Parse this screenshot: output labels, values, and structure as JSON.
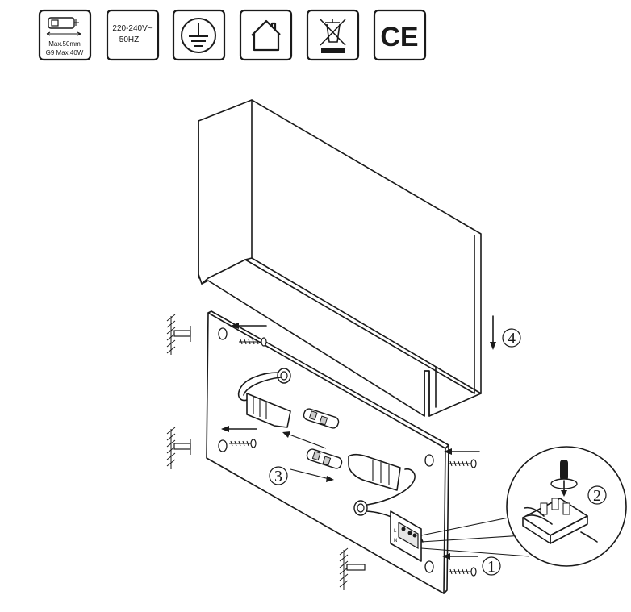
{
  "symbols": {
    "bulb": {
      "size_line": "Max.50mm",
      "spec_line": "G9 Max.40W",
      "icon": "g9-bulb-icon"
    },
    "voltage": {
      "line1": "220-240V~",
      "line2": "50HZ"
    },
    "earth": {
      "icon": "protective-earth-icon"
    },
    "indoor": {
      "icon": "indoor-use-house-icon"
    },
    "weee": {
      "icon": "crossed-out-bin-icon"
    },
    "ce": {
      "mark": "CE"
    }
  },
  "steps": {
    "step1": "1",
    "step2": "2",
    "step3": "3",
    "step4": "4"
  },
  "terminal": {
    "l": "L",
    "n": "N"
  }
}
